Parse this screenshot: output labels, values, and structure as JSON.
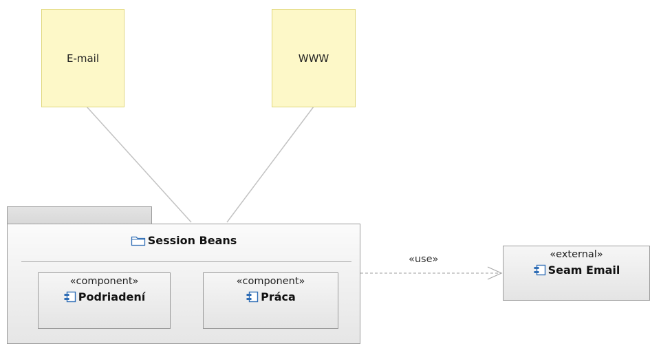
{
  "notes": [
    {
      "text": "E-mail"
    },
    {
      "text": "WWW"
    }
  ],
  "package": {
    "name": "Session Beans",
    "icon": "folder-icon",
    "components": [
      {
        "stereotype": "«component»",
        "name": "Podriadení",
        "icon": "component-icon"
      },
      {
        "stereotype": "«component»",
        "name": "Práca",
        "icon": "component-icon"
      }
    ]
  },
  "external": {
    "stereotype": "«external»",
    "name": "Seam Email",
    "icon": "component-icon"
  },
  "dependency": {
    "label": "«use»"
  },
  "colors": {
    "note_fill": "#fdf8c8",
    "note_border": "#e0d77c",
    "icon_blue": "#2f6db5",
    "connector": "#bbbbbb"
  }
}
